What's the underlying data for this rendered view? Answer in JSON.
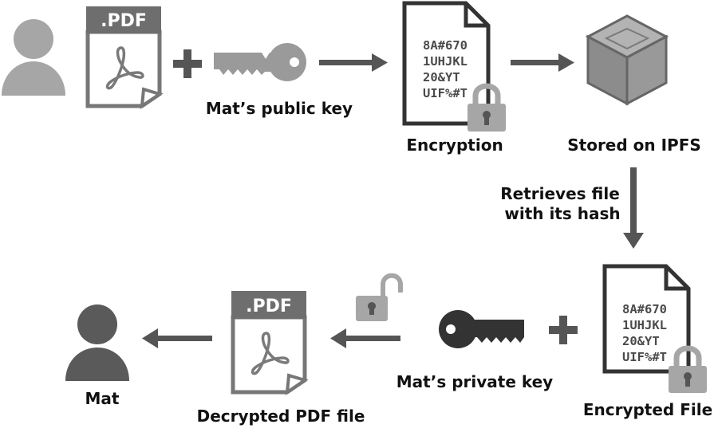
{
  "labels": {
    "public_key": "Mat’s public key",
    "encryption": "Encryption",
    "stored": "Stored on IPFS",
    "retrieves_1": "Retrieves file",
    "retrieves_2": "with its hash",
    "private_key": "Mat’s private key",
    "encrypted_file": "Encrypted File",
    "decrypted_pdf": "Decrypted PDF file",
    "mat": "Mat"
  },
  "pdf_tag": ".PDF",
  "cipher_lines": [
    "8A#670",
    "1UHJKL",
    "20&YT",
    "UIF%#T"
  ],
  "colors": {
    "light_gray": "#a6a6a6",
    "dark_gray": "#5a5a5a",
    "arrow": "#555555",
    "key_dark": "#333333"
  }
}
